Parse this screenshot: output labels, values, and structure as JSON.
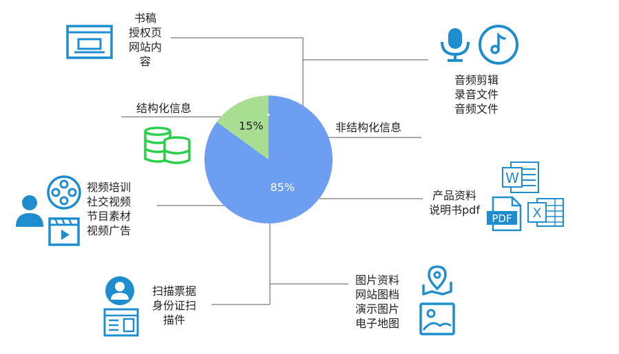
{
  "colors": {
    "structured": "#a9dd91",
    "unstructured": "#6e9ef2",
    "icon_blue": "#1d8dd0",
    "icon_green": "#28d04a",
    "connector": "#555555"
  },
  "chart_data": {
    "type": "pie",
    "categories": [
      "结构化信息",
      "非结构化信息"
    ],
    "values": [
      15,
      85
    ],
    "data_labels": [
      "15%",
      "85%"
    ],
    "start_angle_deg": 0,
    "direction": "counterclockwise"
  },
  "annotations": {
    "top_left": "书稿\n授权页\n网站内\n容",
    "structured": "结构化信息",
    "unstructured": "非结构化信息",
    "top_right": "音频剪辑\n录音文件\n音频文件",
    "right": "产品资料\n说明书pdf",
    "left": "视频培训\n社交视频\n节目素材\n视频广告",
    "bottom_left": "扫描票据\n身份证扫\n描件",
    "bottom_right": "图片资料\n网站图档\n演示图片\n电子地图"
  },
  "icons": {
    "pdf_badge": "PDF",
    "word_letter": "W",
    "excel_letter": "X",
    "names": [
      "browser-window-icon",
      "microphone-icon",
      "music-note-icon",
      "database-icon",
      "user-icon",
      "film-reel-icon",
      "video-player-icon",
      "word-document-icon",
      "pdf-document-icon",
      "excel-document-icon",
      "id-badge-icon",
      "id-card-icon",
      "map-pin-icon",
      "image-icon"
    ]
  }
}
